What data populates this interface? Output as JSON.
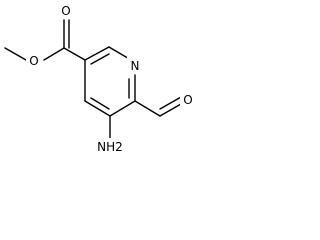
{
  "molecule": {
    "atoms": {
      "methyl_O": "O",
      "carbonyl_O": "O",
      "ring_N": "N",
      "aldehyde_O": "O",
      "amino": "NH2"
    }
  },
  "colors": {
    "bond": "#000000",
    "background": "#ffffff"
  }
}
